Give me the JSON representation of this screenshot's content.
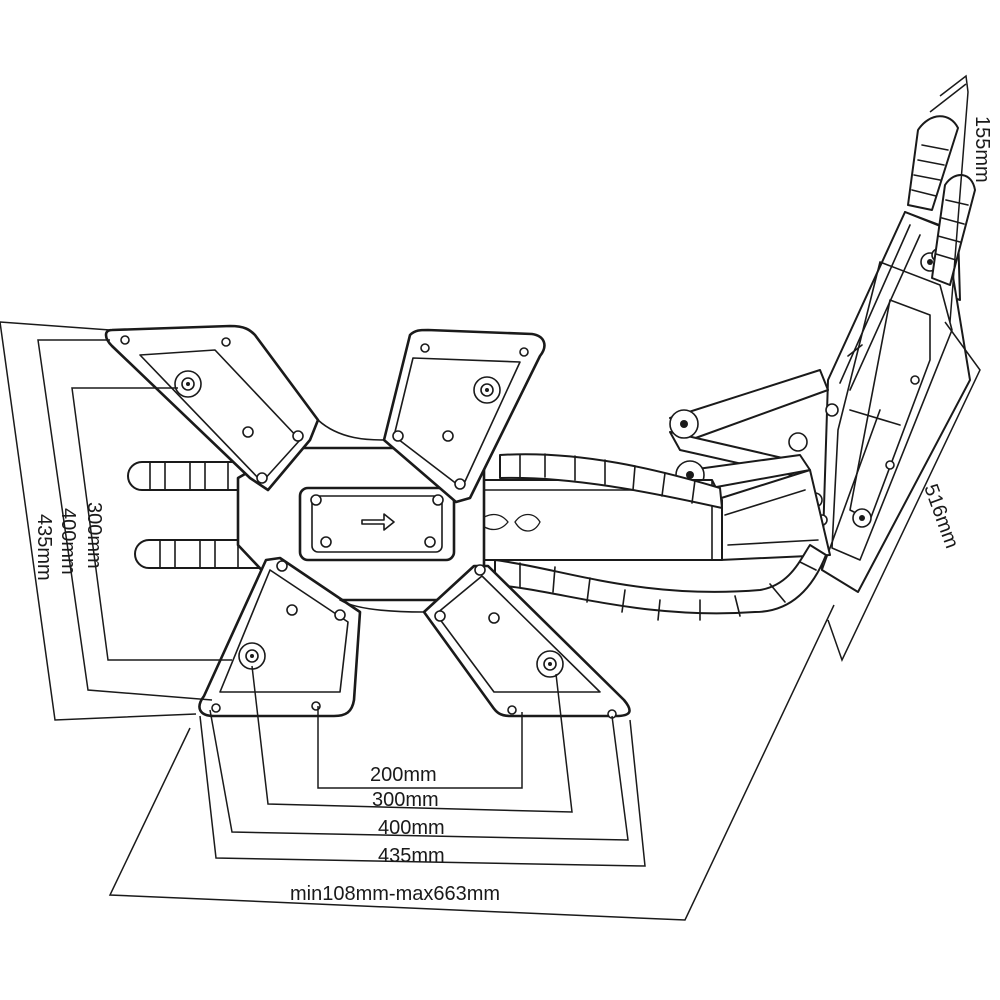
{
  "dimensions": {
    "h_200": "200mm",
    "h_300": "300mm",
    "h_400": "400mm",
    "h_435": "435mm",
    "extension": "min108mm-max663mm",
    "v_300": "300mm",
    "v_400": "400mm",
    "v_435": "435mm",
    "wall_height": "516mm",
    "wall_depth": "155mm"
  }
}
